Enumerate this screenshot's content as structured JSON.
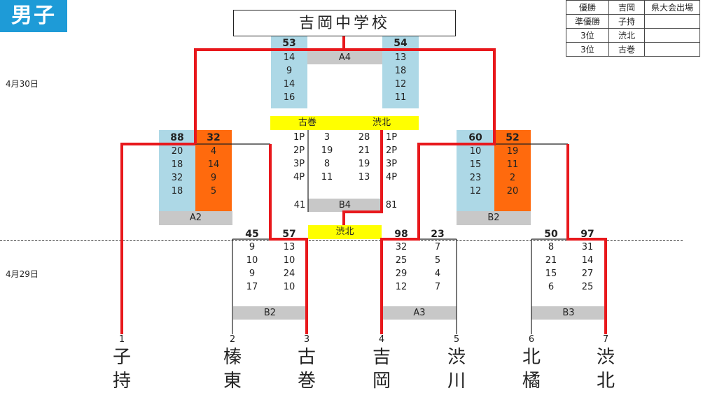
{
  "badge": "男子",
  "school_title": "吉岡中学校",
  "dates": {
    "day2": "4月30日",
    "day1": "4月29日"
  },
  "results_table": [
    {
      "rank": "優勝",
      "team": "吉岡",
      "note": "県大会出場"
    },
    {
      "rank": "準優勝",
      "team": "子持",
      "note": ""
    },
    {
      "rank": "3位",
      "team": "渋北",
      "note": ""
    },
    {
      "rank": "3位",
      "team": "古巻",
      "note": ""
    }
  ],
  "teams": [
    {
      "num": "1",
      "name": "子持"
    },
    {
      "num": "2",
      "name": "榛東"
    },
    {
      "num": "3",
      "name": "古巻"
    },
    {
      "num": "4",
      "name": "吉岡"
    },
    {
      "num": "5",
      "name": "渋川"
    },
    {
      "num": "6",
      "name": "北橘"
    },
    {
      "num": "7",
      "name": "渋北"
    }
  ],
  "games": {
    "A4": {
      "label": "A4",
      "left": {
        "total": "53",
        "q": [
          "14",
          "9",
          "14",
          "16"
        ]
      },
      "right": {
        "total": "54",
        "q": [
          "13",
          "18",
          "12",
          "11"
        ]
      }
    },
    "A2": {
      "label": "A2",
      "left": {
        "total": "88",
        "q": [
          "20",
          "18",
          "32",
          "18"
        ]
      },
      "right": {
        "total": "32",
        "q": [
          "4",
          "14",
          "9",
          "5"
        ]
      }
    },
    "B2_upper": {
      "label": "B2",
      "left": {
        "total": "60",
        "q": [
          "10",
          "15",
          "23",
          "12"
        ]
      },
      "right": {
        "total": "52",
        "q": [
          "19",
          "11",
          "2",
          "20"
        ]
      }
    },
    "B4": {
      "label": "B4",
      "team_left": "古巻",
      "team_right": "渋北",
      "periods": [
        "1P",
        "2P",
        "3P",
        "4P"
      ],
      "left_q": [
        "3",
        "19",
        "8",
        "11"
      ],
      "right_q": [
        "28",
        "21",
        "19",
        "13"
      ],
      "left_total": "41",
      "right_total": "81",
      "winner": "渋北"
    },
    "B2_lower": {
      "label": "B2",
      "left": {
        "total": "45",
        "q": [
          "9",
          "10",
          "9",
          "17"
        ]
      },
      "right": {
        "total": "57",
        "q": [
          "13",
          "10",
          "24",
          "10"
        ]
      }
    },
    "A3": {
      "label": "A3",
      "left": {
        "total": "98",
        "q": [
          "32",
          "25",
          "29",
          "12"
        ]
      },
      "right": {
        "total": "23",
        "q": [
          "7",
          "5",
          "4",
          "7"
        ]
      }
    },
    "B3": {
      "label": "B3",
      "left": {
        "total": "50",
        "q": [
          "8",
          "21",
          "15",
          "6"
        ]
      },
      "right": {
        "total": "97",
        "q": [
          "31",
          "14",
          "27",
          "25"
        ]
      }
    }
  },
  "colors": {
    "win_line": "#e8181c",
    "blue": "#add8e6",
    "orange": "#ff6a0d",
    "yellow": "#ffff00",
    "badge": "#1e9bd7"
  }
}
